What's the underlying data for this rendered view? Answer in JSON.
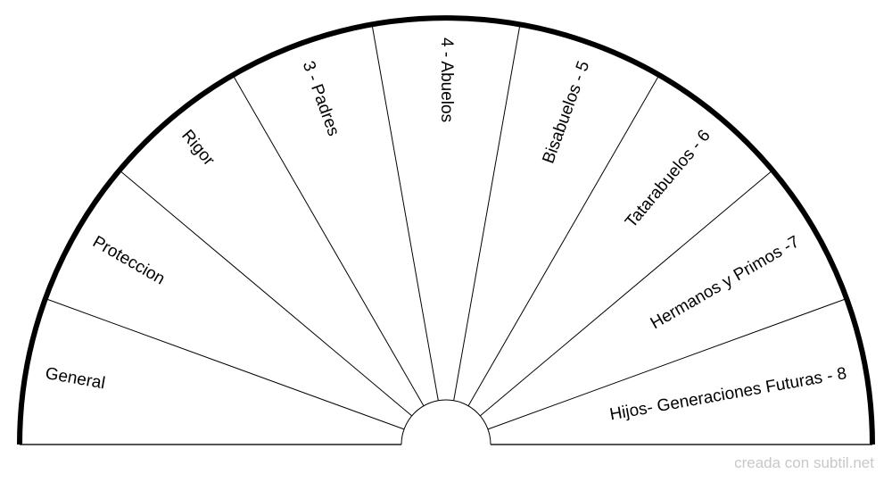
{
  "chart_data": {
    "type": "semicircle-pendulum-chart",
    "sectors": [
      "General",
      "Proteccion",
      "Rigor",
      "3 - Padres",
      "4 - Abuelos",
      "Bisabuelos - 5",
      "Tatarabuelos - 6",
      "Hermanos y Primos -7",
      "Hijos- Generaciones Futuras - 8"
    ]
  },
  "watermark": "creada con subtil.net"
}
